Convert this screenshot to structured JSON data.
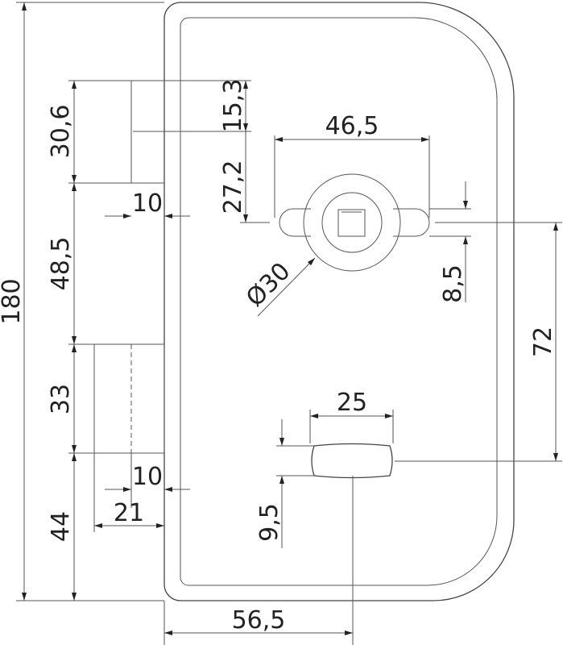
{
  "dimensions": {
    "total_height": "180",
    "top_offset": "30,6",
    "upper_small": "15,3",
    "spindle_width": "46,5",
    "spindle_offset": "27,2",
    "upper_depth": "10",
    "middle_gap": "48,5",
    "rosette_diameter": "Ø30",
    "lobe_height": "8,5",
    "center_distance": "72",
    "bolt_height": "33",
    "handle_width": "25",
    "lower_depth": "10",
    "bolt_width": "21",
    "bottom_offset": "44",
    "handle_height": "9,5",
    "backset": "56,5"
  }
}
